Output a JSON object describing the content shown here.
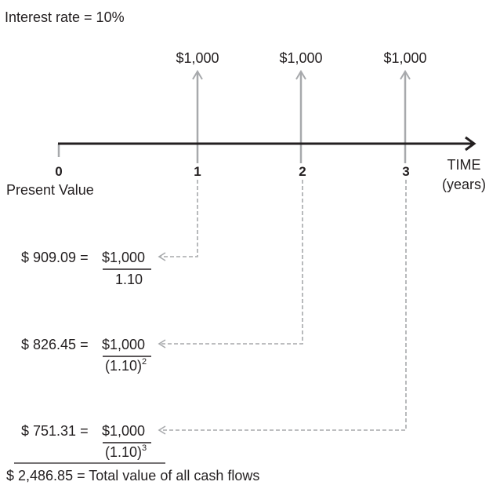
{
  "interest_rate_label": "Interest rate = 10%",
  "time_axis": {
    "label_line1": "TIME",
    "label_line2": "(years)",
    "ticks": [
      "0",
      "1",
      "2",
      "3"
    ],
    "present_value_label": "Present Value"
  },
  "cash_flows": [
    "$1,000",
    "$1,000",
    "$1,000"
  ],
  "discounts": [
    {
      "pv": "$ 909.09 =",
      "numerator": "$1,000",
      "denominator": "1.10",
      "exponent": ""
    },
    {
      "pv": "$ 826.45 =",
      "numerator": "$1,000",
      "denominator": "(1.10)",
      "exponent": "2"
    },
    {
      "pv": "$ 751.31 =",
      "numerator": "$1,000",
      "denominator": "(1.10)",
      "exponent": "3"
    }
  ],
  "total": "$ 2,486.85 = Total value of all cash flows",
  "colors": {
    "text": "#231f20",
    "arrows": "#a7a9ac",
    "axis": "#231f20"
  }
}
